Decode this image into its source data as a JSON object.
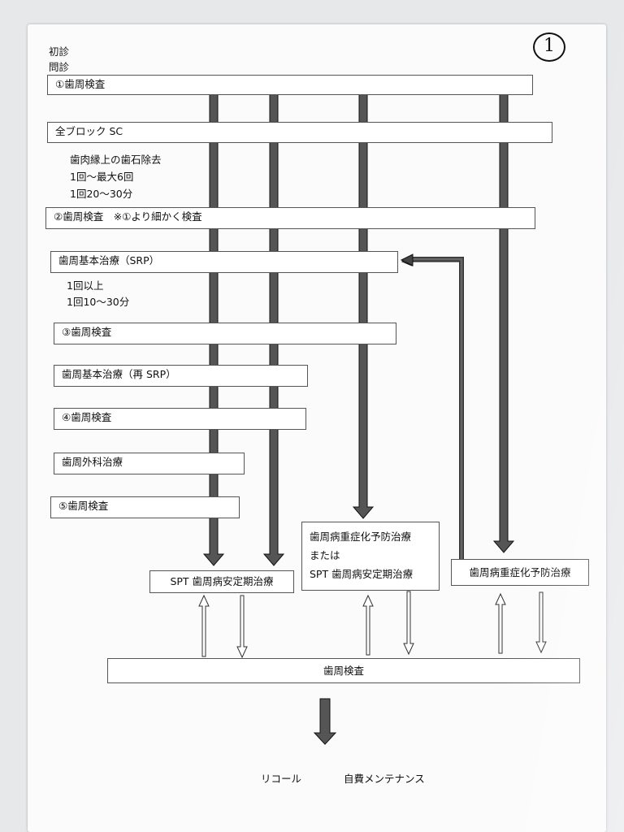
{
  "page_number": "1",
  "header": {
    "line1": "初診",
    "line2": "問診"
  },
  "steps": {
    "exam1": "①歯周検査",
    "full_block_sc": "全ブロック SC",
    "sc_note_1": "歯肉縁上の歯石除去",
    "sc_note_2": "1回～最大6回",
    "sc_note_3": "1回20～30分",
    "exam2": "②歯周検査　※①より細かく検査",
    "srp": "歯周基本治療（SRP）",
    "srp_note_1": "1回以上",
    "srp_note_2": "1回10～30分",
    "exam3": "③歯周検査",
    "re_srp": "歯周基本治療（再 SRP）",
    "exam4": "④歯周検査",
    "surgery": "歯周外科治療",
    "exam5": "⑤歯周検査"
  },
  "outcomes": {
    "spt": "SPT 歯周病安定期治療",
    "mid_line1": "歯周病重症化予防治療",
    "mid_line2": "または",
    "mid_line3": "SPT 歯周病安定期治療",
    "prevent": "歯周病重症化予防治療"
  },
  "bottom": {
    "exam": "歯周検査",
    "recall": "リコール",
    "maintenance": "自費メンテナンス"
  }
}
